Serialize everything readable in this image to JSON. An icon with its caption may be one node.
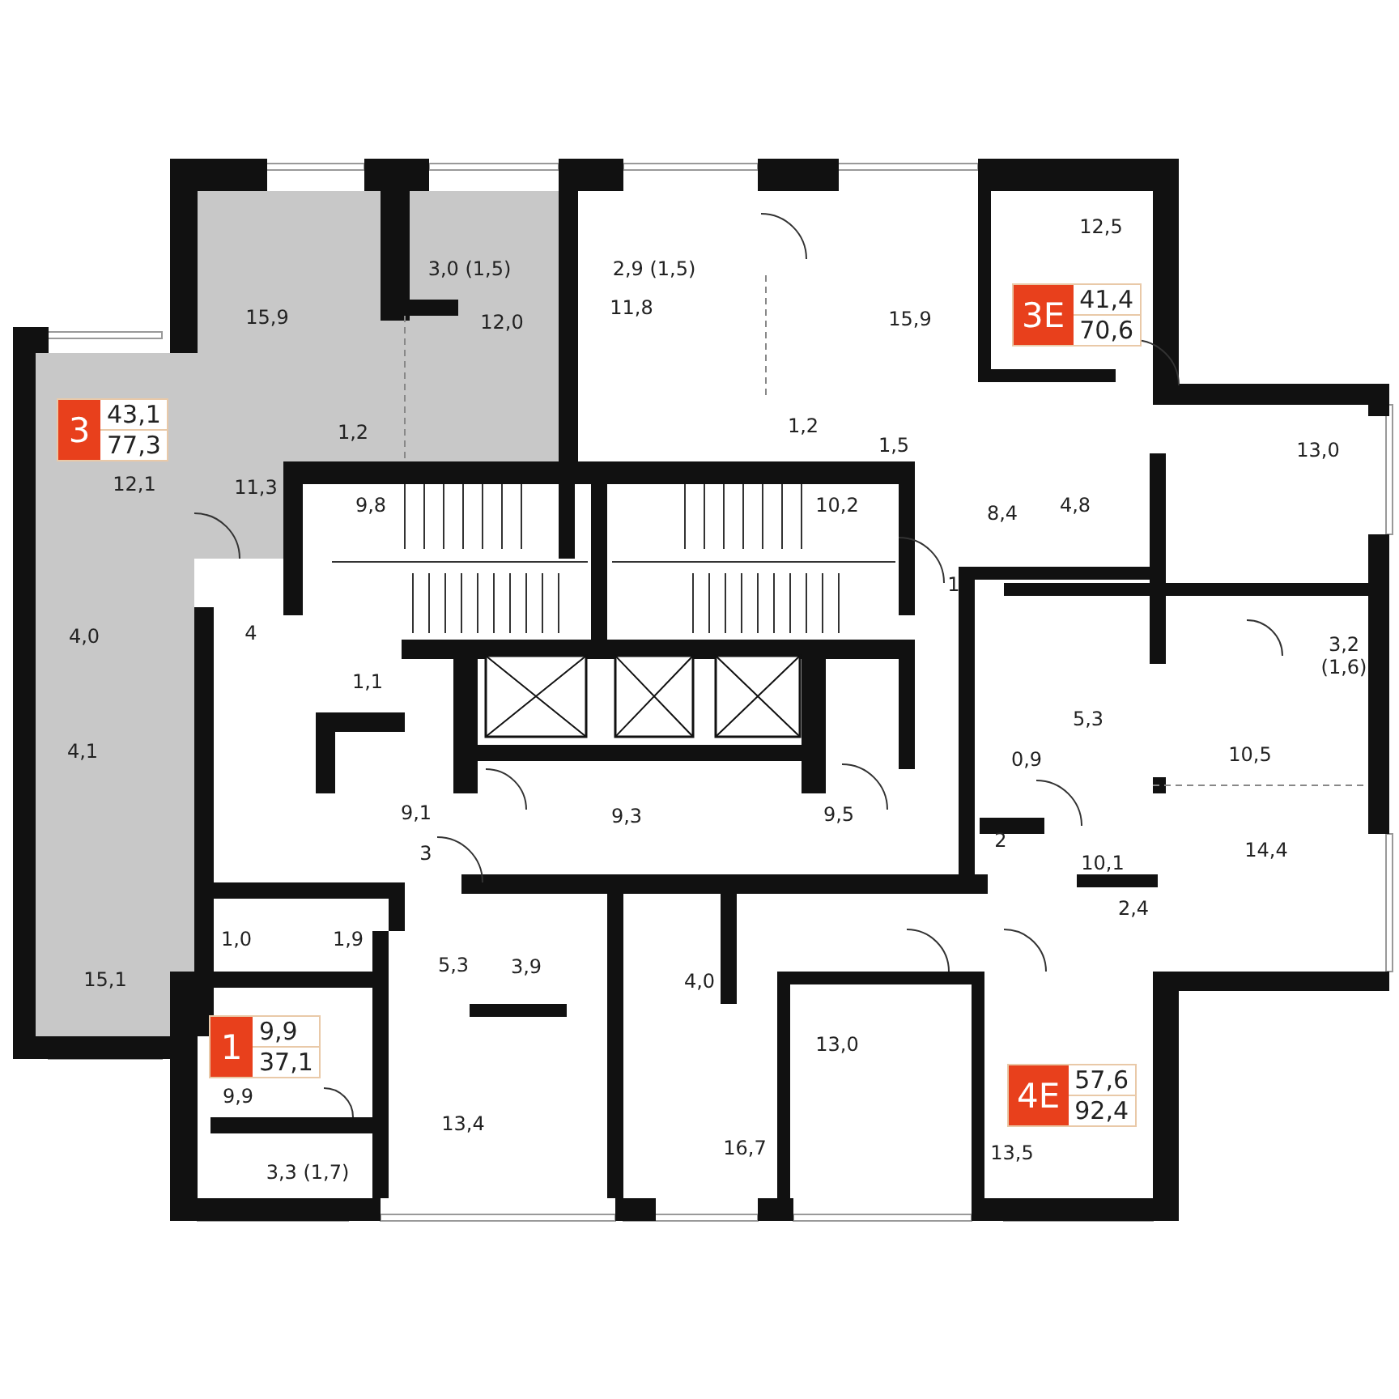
{
  "diagram": {
    "nodes": [
      {
        "text": [
          "3",
          "43,1",
          "77,3"
        ]
      },
      {
        "text": [
          "3E",
          "41,4",
          "70,6"
        ]
      },
      {
        "text": [
          "1",
          "9,9",
          "37,1"
        ]
      },
      {
        "text": [
          "4E",
          "57,6",
          "92,4"
        ]
      }
    ],
    "labels": [
      "3,0 (1,5)",
      "2,9 (1,5)",
      "12,5",
      "15,9",
      "12,0",
      "11,8",
      "15,9",
      "13,0",
      "1,2",
      "1,2",
      "1,5",
      "12,1",
      "11,3",
      "9,8",
      "10,2",
      "8,4",
      "4,8",
      "1",
      "4,0",
      "4",
      "1,1",
      "3,2 (1,6)",
      "5,3",
      "4,1",
      "0,9",
      "10,5",
      "9,1",
      "9,3",
      "9,5",
      "3",
      "2",
      "10,1",
      "14,4",
      "2,4",
      "1,0",
      "1,9",
      "15,1",
      "5,3",
      "3,9",
      "4,0",
      "13,0",
      "9,9",
      "13,4",
      "16,7",
      "13,5",
      "3,3 (1,7)"
    ]
  }
}
